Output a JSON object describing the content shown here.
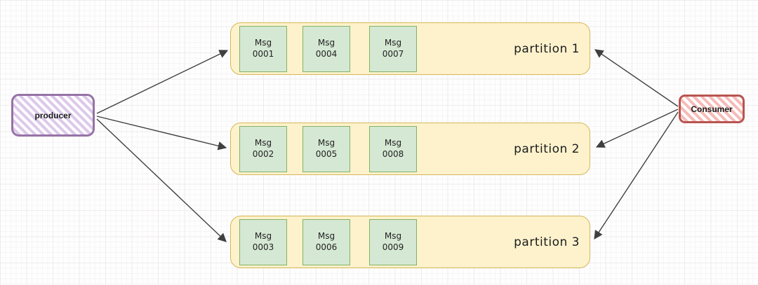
{
  "diagram": {
    "producer": {
      "label": "producer"
    },
    "consumer": {
      "label": "Consumer"
    },
    "partitions": [
      {
        "label": "partition 1",
        "messages": [
          {
            "name": "Msg",
            "id": "0001"
          },
          {
            "name": "Msg",
            "id": "0004"
          },
          {
            "name": "Msg",
            "id": "0007"
          }
        ]
      },
      {
        "label": "partition 2",
        "messages": [
          {
            "name": "Msg",
            "id": "0002"
          },
          {
            "name": "Msg",
            "id": "0005"
          },
          {
            "name": "Msg",
            "id": "0008"
          }
        ]
      },
      {
        "label": "partition 3",
        "messages": [
          {
            "name": "Msg",
            "id": "0003"
          },
          {
            "name": "Msg",
            "id": "0006"
          },
          {
            "name": "Msg",
            "id": "0009"
          }
        ]
      }
    ],
    "colors": {
      "producer_border": "#9673a6",
      "producer_stripe": "#ddc9ea",
      "consumer_border": "#b85450",
      "consumer_stripe": "#f6bcb8",
      "partition_fill": "#fdf2cc",
      "partition_border": "#d6b656",
      "message_fill": "#d5e8d4",
      "message_border": "#82b366",
      "arrow": "#3f3f3f",
      "grid_major": "#eeebec",
      "grid_minor": "#f7f5f6"
    }
  }
}
